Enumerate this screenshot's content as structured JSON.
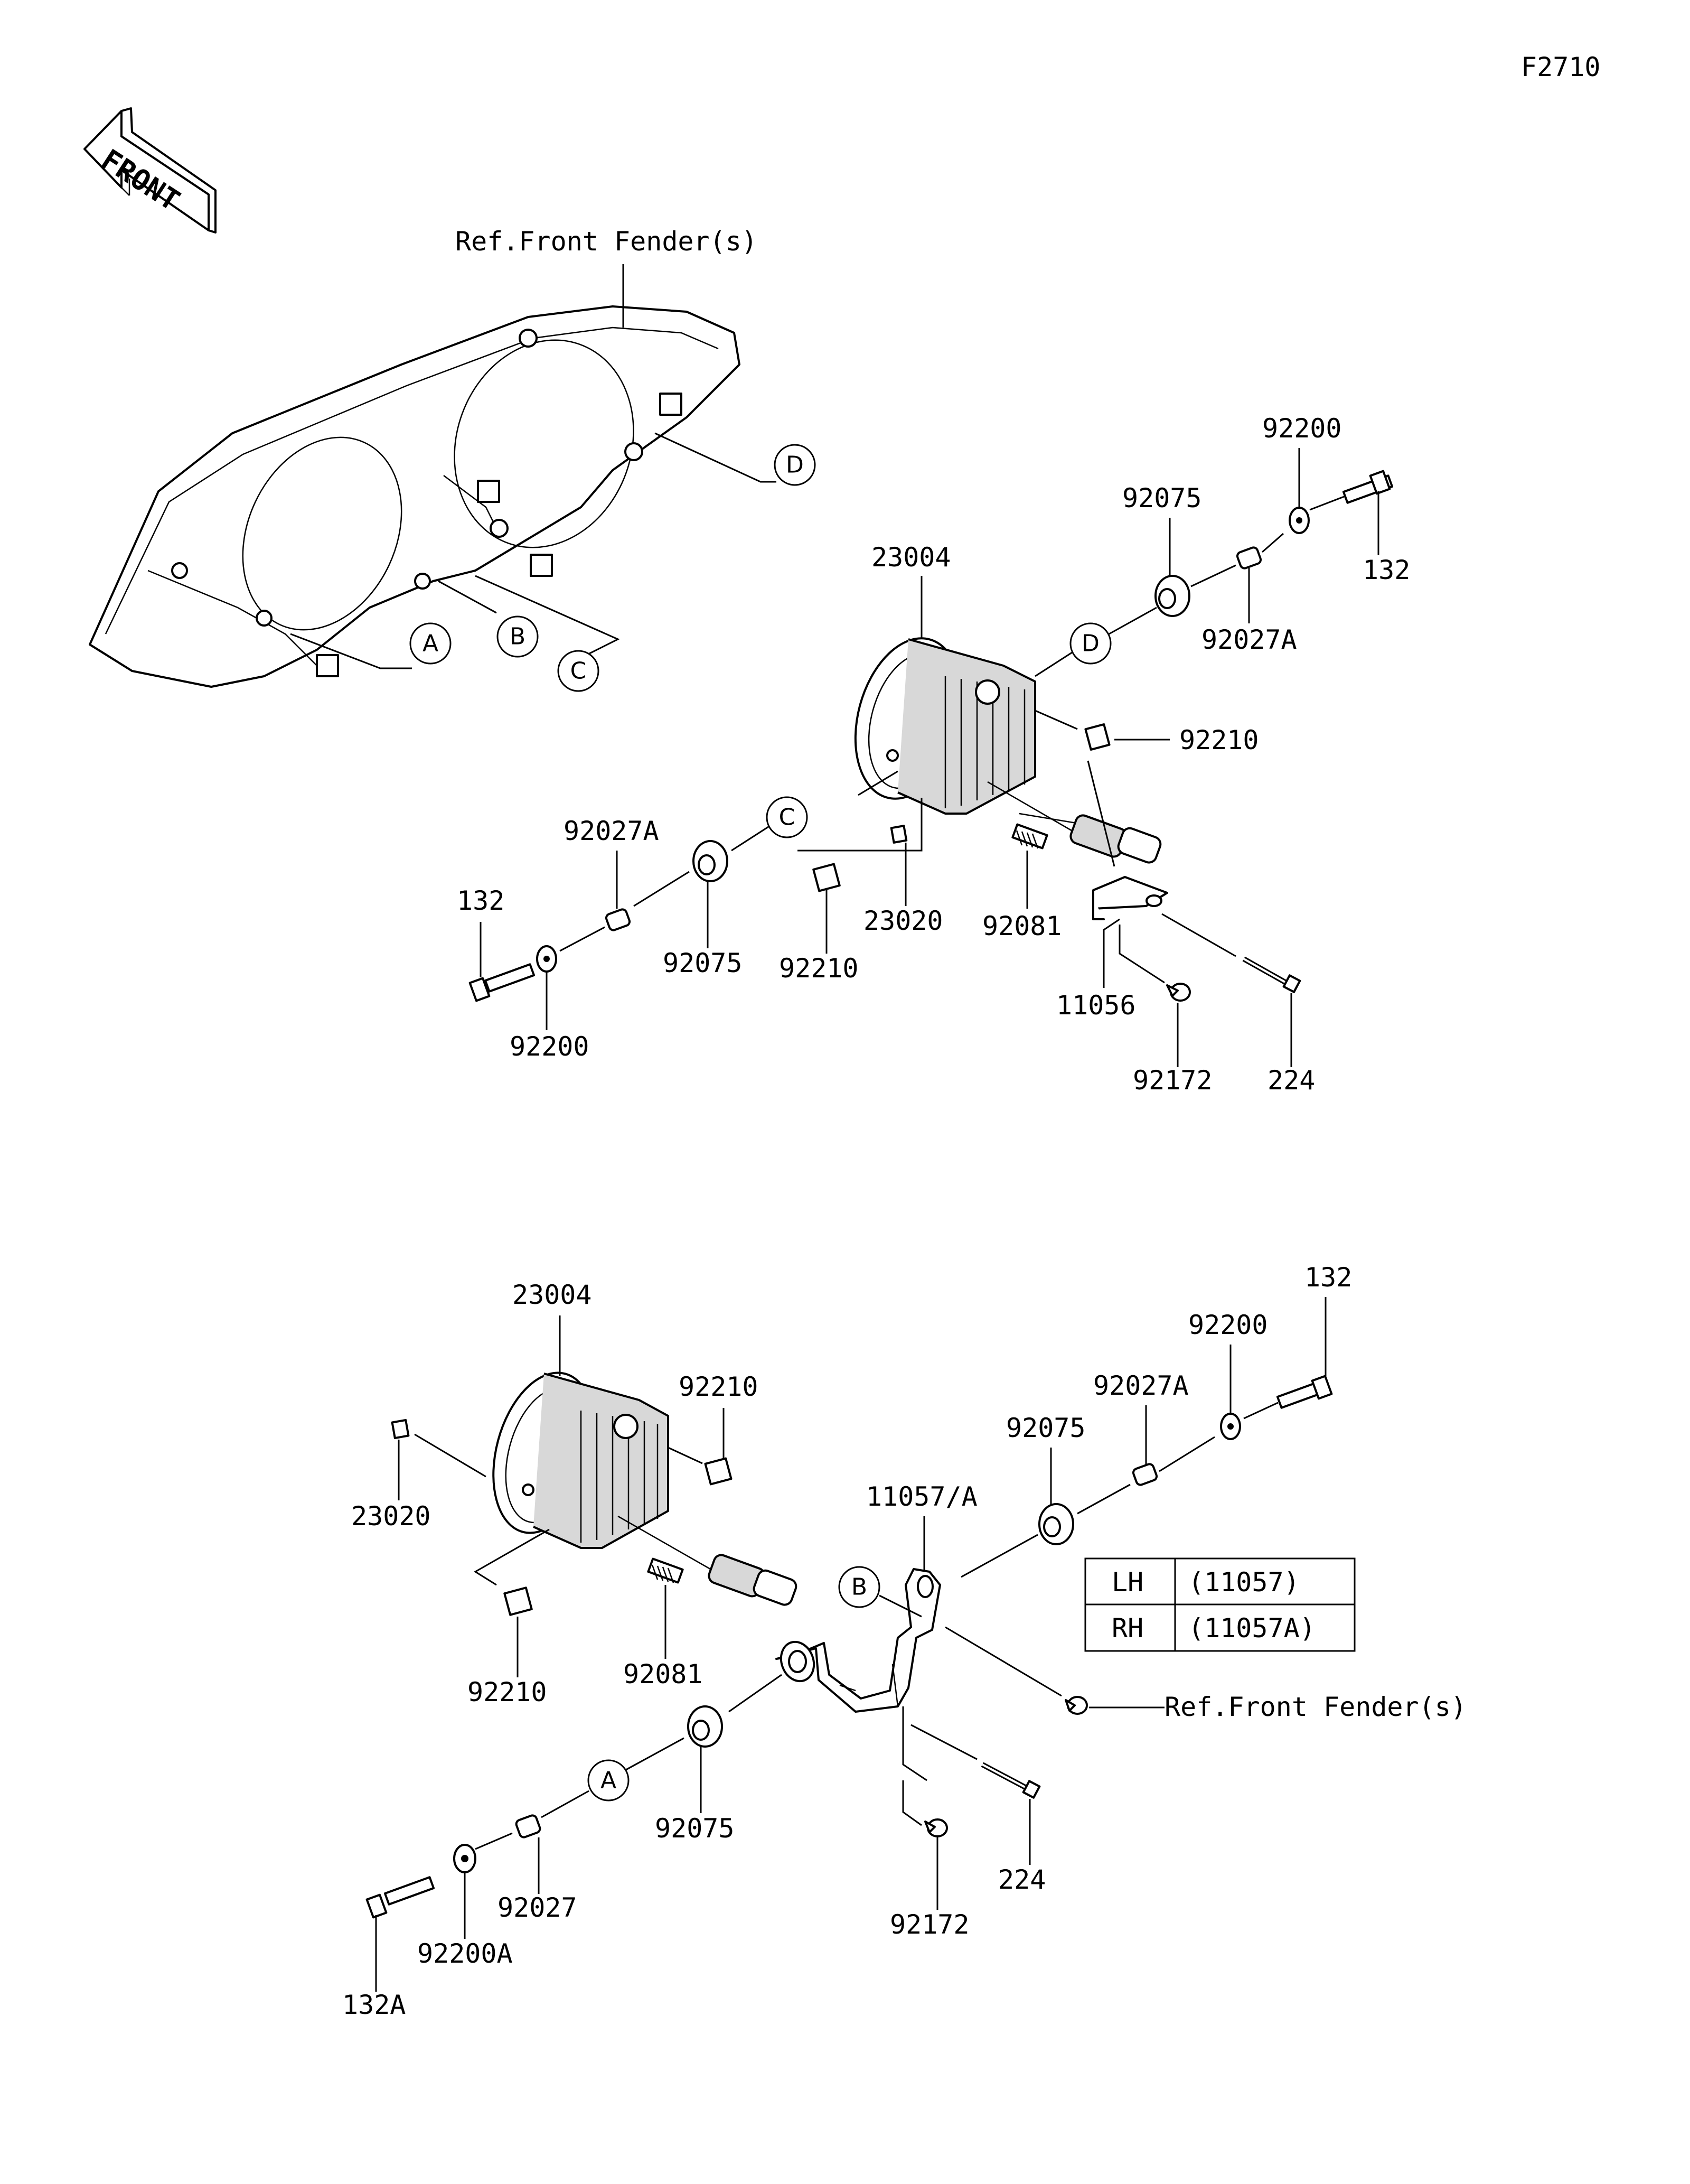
{
  "figure_id": "F2710",
  "front_arrow": {
    "text": "FRONT"
  },
  "references": {
    "top_fender": "Ref.Front Fender(s)",
    "bottom_fender": "Ref.Front Fender(s)"
  },
  "callouts": {
    "A": "A",
    "B": "B",
    "C": "C",
    "D": "D"
  },
  "upper_labels": {
    "p23004": "23004",
    "p92075_r": "92075",
    "p92200_r": "92200",
    "p132_r": "132",
    "p92027A_r": "92027A",
    "p92210_r": "92210",
    "p92027A_l": "92027A",
    "p132_l": "132",
    "p92075_l": "92075",
    "p92210_l": "92210",
    "p23020": "23020",
    "p92081": "92081",
    "p92200_l": "92200",
    "p11056": "11056",
    "p92172": "92172",
    "p224": "224"
  },
  "lower_labels": {
    "p23004": "23004",
    "p92210_t": "92210",
    "p23020": "23020",
    "p92210_b": "92210",
    "p92081": "92081",
    "p132": "132",
    "p92200": "92200",
    "p92027A": "92027A",
    "p92075_r": "92075",
    "p11057A": "11057/A",
    "p92075_l": "92075",
    "p92027": "92027",
    "p92200A": "92200A",
    "p132A": "132A",
    "p92172": "92172",
    "p224": "224"
  },
  "variant_table": [
    {
      "side": "LH",
      "part": "(11057)"
    },
    {
      "side": "RH",
      "part": "(11057A)"
    }
  ]
}
